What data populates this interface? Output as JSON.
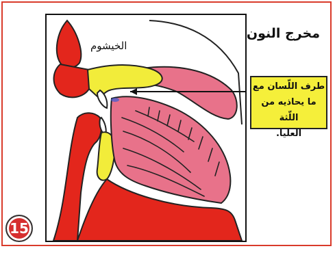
{
  "title": "مخرج النون",
  "nasal_label": "الخيشوم",
  "callout": {
    "line1": "طرف اللّسان مع",
    "line2": "ما يحاذيه من اللّثة",
    "line3": "العليا."
  },
  "page_number": "15",
  "colors": {
    "frame": "#d93a2a",
    "flesh_red": "#e3261c",
    "bone_yellow": "#f2ec3a",
    "tongue_pink": "#e8728a",
    "callout_yellow": "#f5ef3a",
    "badge_red": "#d62f2f"
  }
}
